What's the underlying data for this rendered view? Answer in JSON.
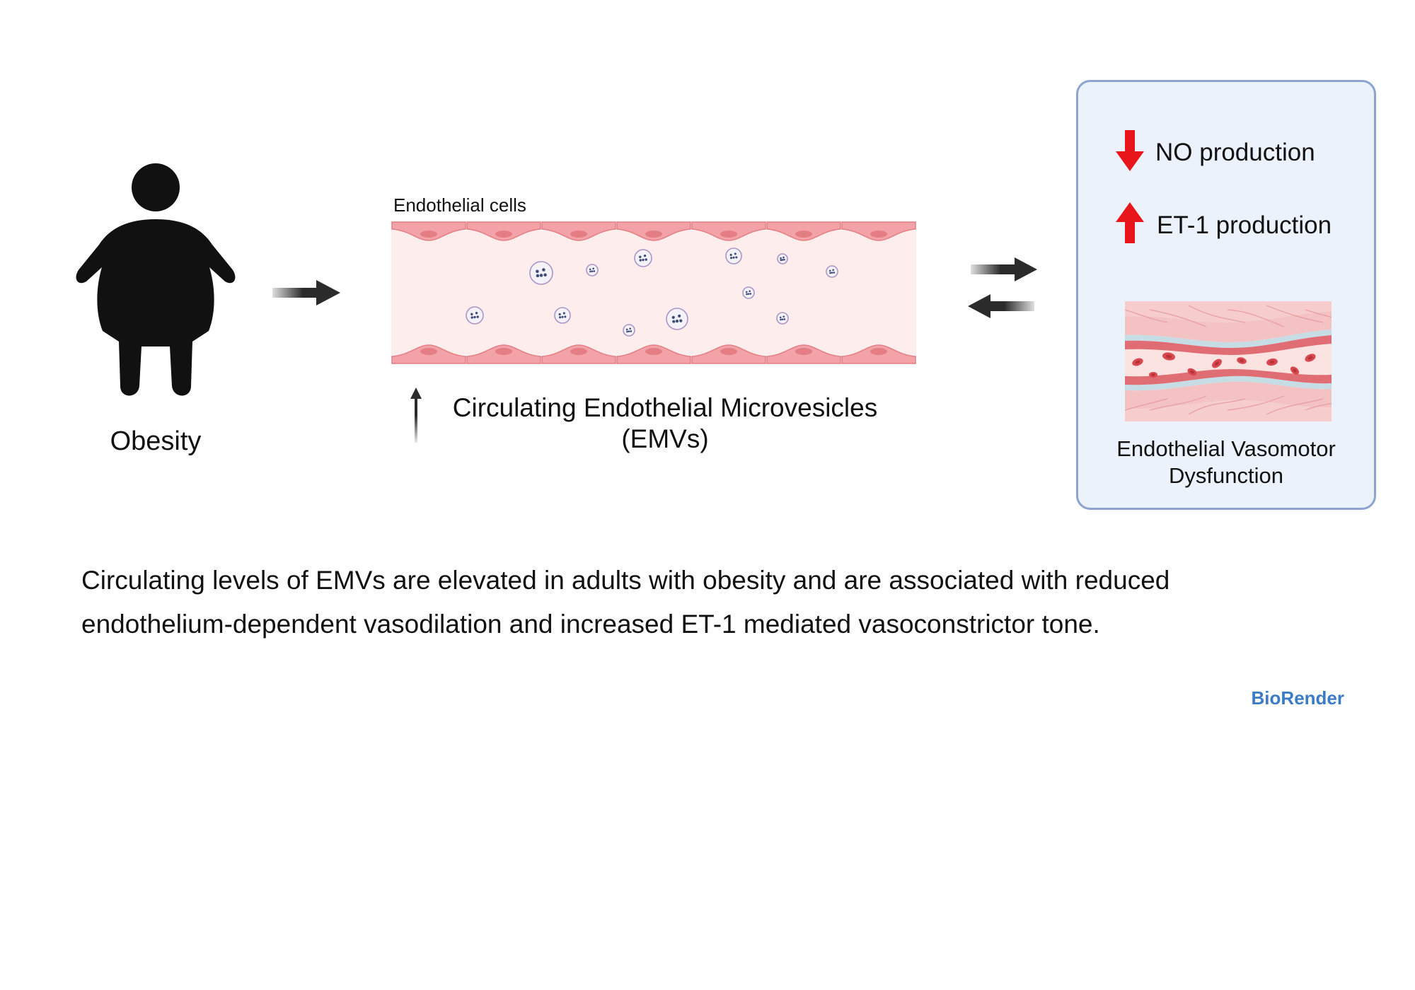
{
  "obesity": {
    "label": "Obesity",
    "icon": "obese-person-icon"
  },
  "vessel": {
    "cells_label": "Endothelial cells",
    "emv_title_line1": "Circulating Endothelial Microvesicles",
    "emv_title_line2": "(EMVs)",
    "emv_trend": "increase",
    "icons": [
      "endothelial-cell-icon",
      "microvesicle-icon"
    ]
  },
  "panel": {
    "no_label": "NO production",
    "no_trend": "decrease",
    "et1_label": "ET-1 production",
    "et1_trend": "increase",
    "dysfunction_line1": "Endothelial Vasomotor",
    "dysfunction_line2": "Dysfunction",
    "icon": "dysfunctional-vessel-icon"
  },
  "caption": {
    "line1": "Circulating levels of EMVs are elevated in adults with obesity and are associated with reduced",
    "line2": "endothelium-dependent vasodilation and increased ET-1 mediated vasoconstrictor tone."
  },
  "logo": "BioRender",
  "colors": {
    "figure": "#111111",
    "arrow_dark": "#2b2b2b",
    "arrow_red": "#e8161b",
    "cell_fill": "#f3a3a8",
    "cell_nucleus": "#e47d84",
    "lumen": "#fdeeed",
    "panel_fill": "#ebf2fb",
    "panel_border": "#8ca4cf",
    "logo_blue": "#3b7cc5"
  }
}
